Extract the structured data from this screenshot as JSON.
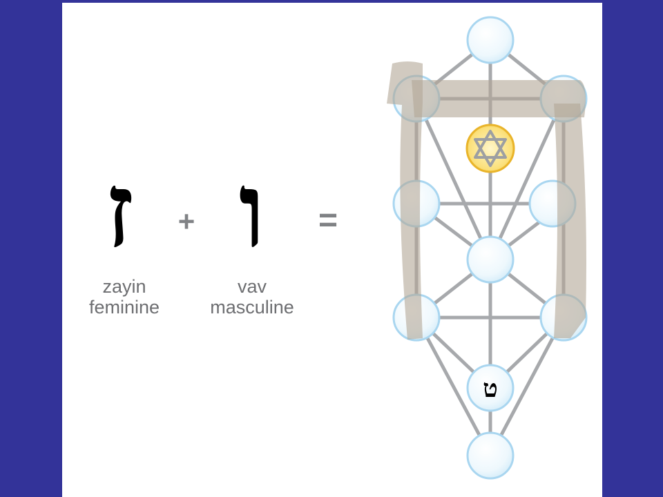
{
  "equation": {
    "zayin": {
      "glyph": "ז",
      "name": "zayin",
      "gender": "feminine"
    },
    "plus": "+",
    "vav": {
      "glyph": "ו",
      "name": "vav",
      "gender": "masculine"
    },
    "equals": "="
  },
  "tree": {
    "teth_glyph": "ט",
    "colors": {
      "background": "#333399",
      "panel": "#ffffff",
      "path_line": "#a7a9ac",
      "pillar_shade": "#c9bfb3",
      "node_fill": "#eef8fd",
      "node_stroke": "#a9d6f0",
      "star_fill": "#f7d147",
      "star_stroke": "#e4a91c",
      "text": "#6d6e71",
      "operator": "#808285"
    }
  }
}
